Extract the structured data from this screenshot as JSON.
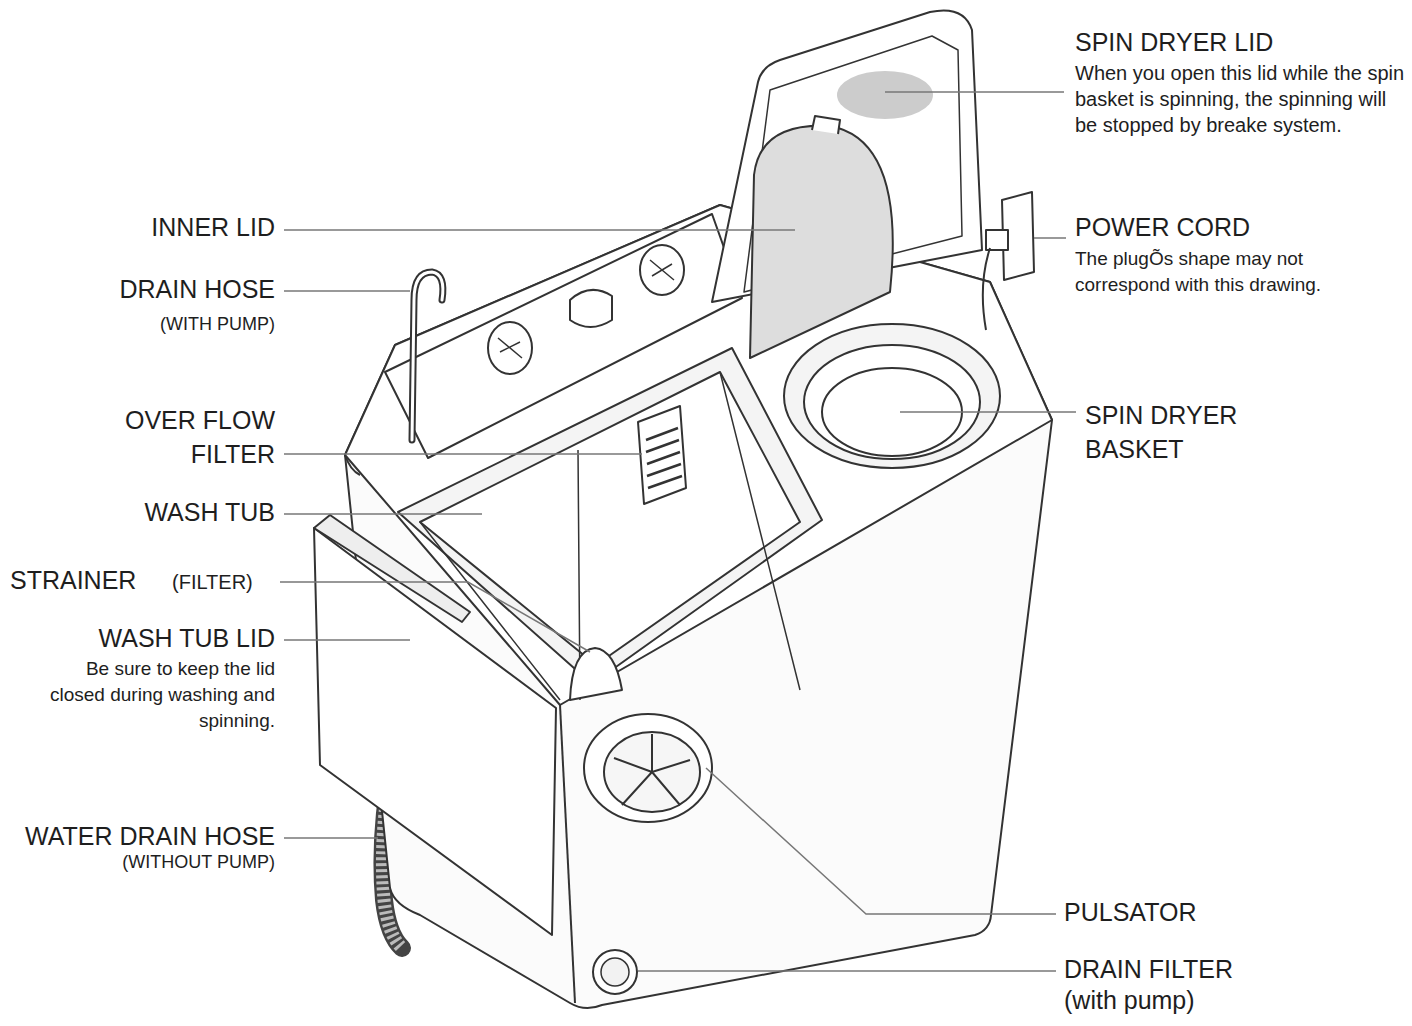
{
  "diagram": {
    "labels": [
      "SPIN DRYER LID",
      "When you open this lid while the spin basket is spinning, the spinning will be stopped by breake system.",
      "POWER CORD",
      "The plugÕs shape may not correspond with this drawing.",
      "SPIN DRYER BASKET",
      "PULSATOR",
      "DRAIN FILTER",
      "(with pump)",
      "INNER LID",
      "DRAIN HOSE",
      "(WITH PUMP)",
      "OVER FLOW FILTER",
      "WASH TUB",
      "STRAINER",
      "(FILTER)",
      "WASH TUB LID",
      "Be sure to keep the lid closed during washing and spinning.",
      "WATER DRAIN HOSE",
      "(WITHOUT PUMP)"
    ]
  }
}
